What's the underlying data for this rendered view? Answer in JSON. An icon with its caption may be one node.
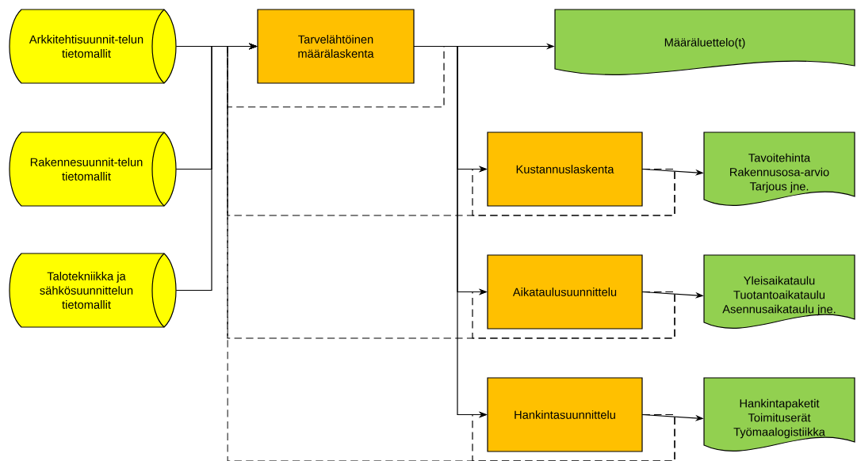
{
  "diagram": {
    "nodes": [
      {
        "text": [
          "Arkkitehtisuunnit-telun tietomallit"
        ]
      },
      {
        "text": [
          "Rakennesuunnit-telun tietomallit"
        ]
      },
      {
        "text": [
          "Talotekniikka ja sähkösuunnittelun tietomallit"
        ]
      },
      {
        "text": [
          "Tarvelähtöinen määrälaskenta"
        ]
      },
      {
        "text": [
          "Määräluettelo(t)"
        ]
      },
      {
        "text": [
          "Kustannuslaskenta"
        ]
      },
      {
        "text": [
          "Tavoitehinta",
          "Rakennusosa-arvio",
          "Tarjous jne."
        ]
      },
      {
        "text": [
          "Aikataulusuunnittelu"
        ]
      },
      {
        "text": [
          "Yleisaikataulu",
          "Tuotantoaikataulu",
          "Asennusaikataulu jne."
        ]
      },
      {
        "text": [
          "Hankintasuunnittelu"
        ]
      },
      {
        "text": [
          "Hankintapaketit",
          "Toimituserät",
          "Työmaalogistiikka"
        ]
      }
    ],
    "edges": [
      {
        "from": 0,
        "to": 3,
        "arrow": "to"
      },
      {
        "from": 1,
        "to": 3,
        "arrow": "to"
      },
      {
        "from": 2,
        "to": 3,
        "arrow": "to"
      },
      {
        "from": 3,
        "to": 4,
        "arrow": "to"
      },
      {
        "from": 3,
        "to": 5,
        "arrow": "to"
      },
      {
        "from": 3,
        "to": 7,
        "arrow": "to"
      },
      {
        "from": 3,
        "to": 9,
        "arrow": "to"
      },
      {
        "from": 5,
        "to": 6,
        "arrow": "to"
      },
      {
        "from": 7,
        "to": 8,
        "arrow": "to"
      },
      {
        "from": 9,
        "to": 10,
        "arrow": "to"
      },
      {
        "from": 3,
        "to": 3,
        "arrow": "to",
        "style": "dashed"
      },
      {
        "from": 5,
        "to": 5,
        "arrow": "to",
        "style": "dashed"
      },
      {
        "from": 5,
        "to": 3,
        "arrow": "to",
        "style": "dashed"
      },
      {
        "from": 7,
        "to": 7,
        "arrow": "to",
        "style": "dashed"
      },
      {
        "from": 7,
        "to": 3,
        "arrow": "to",
        "style": "dashed"
      },
      {
        "from": 9,
        "to": 9,
        "arrow": "to",
        "style": "dashed"
      },
      {
        "from": 9,
        "to": 3,
        "arrow": "to",
        "style": "dashed"
      }
    ]
  }
}
